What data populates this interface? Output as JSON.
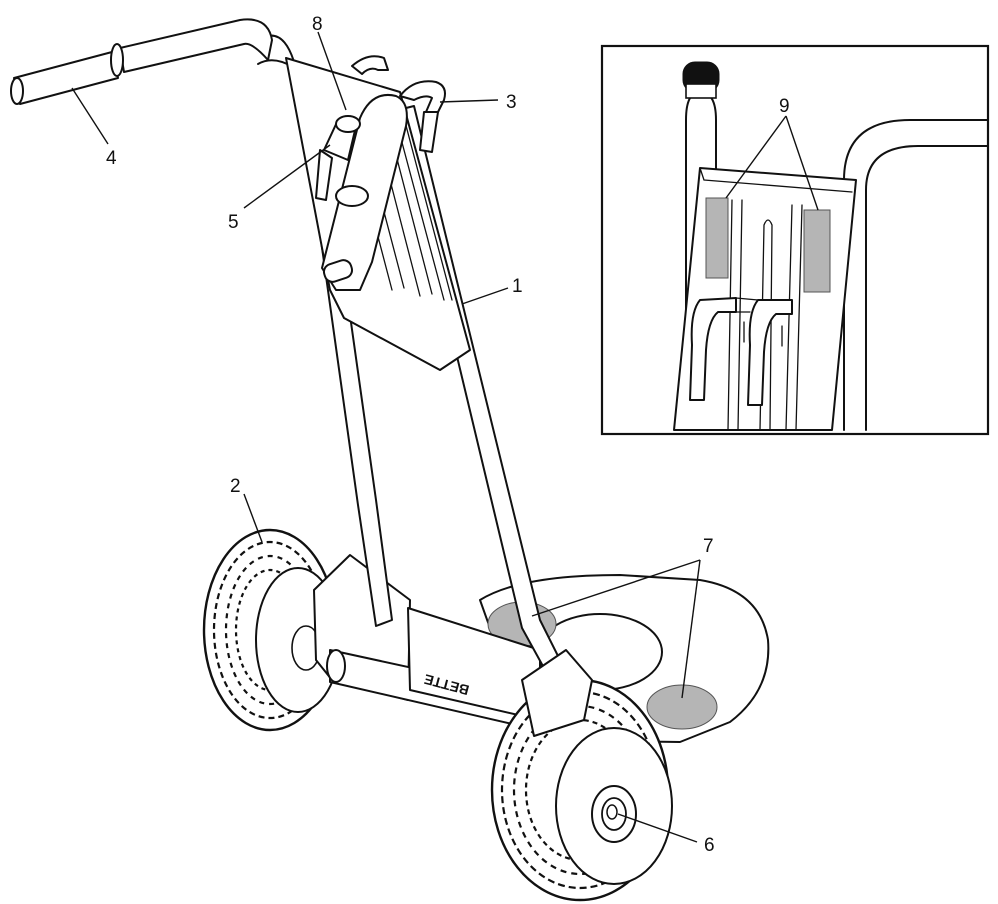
{
  "diagram": {
    "callouts": {
      "c1": "1",
      "c2": "2",
      "c3": "3",
      "c4": "4",
      "c5": "5",
      "c6": "6",
      "c7": "7",
      "c8": "8",
      "c9": "9"
    },
    "colors": {
      "line": "#111111",
      "decal": "#b5b5b5",
      "background": "#ffffff"
    }
  }
}
